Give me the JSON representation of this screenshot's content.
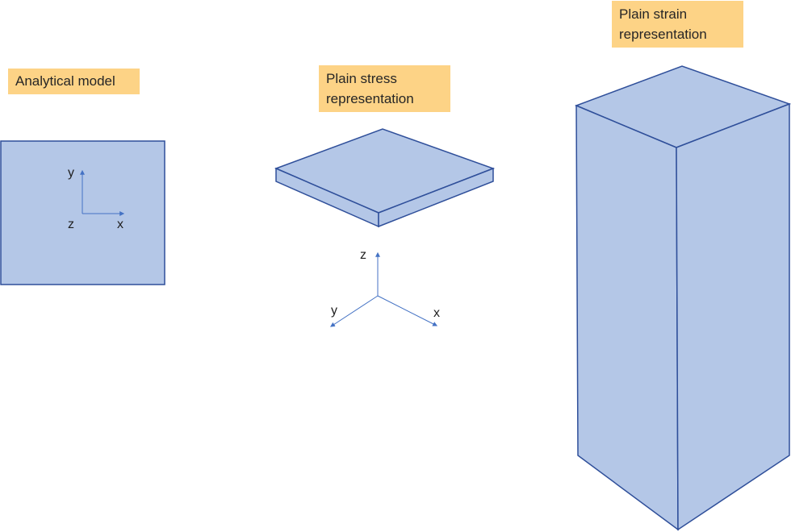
{
  "labels": {
    "analytical": "Analytical model",
    "stress_line1": "Plain stress",
    "stress_line2": "representation",
    "strain_line1": "Plain strain",
    "strain_line2": "representation"
  },
  "axes_2d": {
    "y": "y",
    "x": "x",
    "z": "z"
  },
  "axes_3d": {
    "z": "z",
    "y": "y",
    "x": "x"
  },
  "colors": {
    "shape_fill": "#b4c7e7",
    "shape_stroke": "#2f4f9a",
    "label_fill": "#fdd386",
    "axis_stroke": "#4472c4"
  }
}
